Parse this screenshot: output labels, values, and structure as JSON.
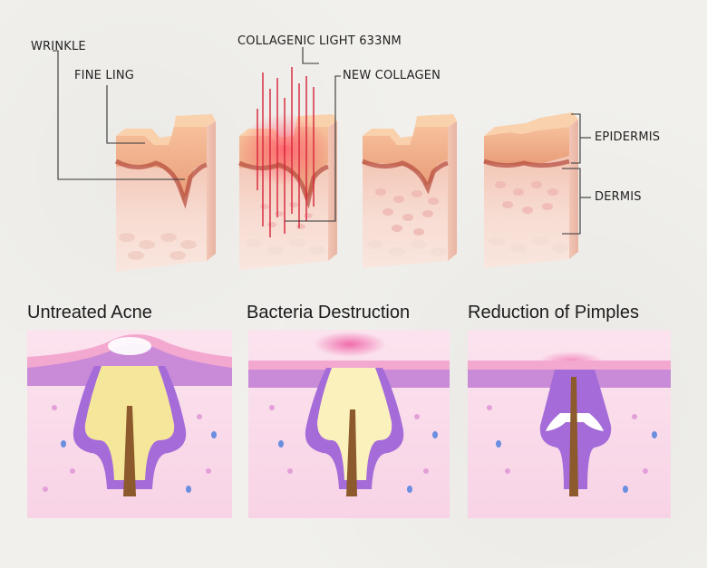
{
  "top_labels": {
    "wrinkle": "WRINKLE",
    "fine_line": "FINE LING",
    "light": "COLLAGENIC LIGHT 633NM",
    "new_collagen": "NEW COLLAGEN",
    "epidermis": "EPIDERMIS",
    "dermis": "DERMIS"
  },
  "acne_panels": [
    {
      "title": "Untreated Acne"
    },
    {
      "title": "Bacteria Destruction"
    },
    {
      "title": "Reduction of Pimples"
    }
  ],
  "colors": {
    "skin_top": "#f2b48c",
    "skin_mid": "#f7cbb2",
    "dermis": "#f6d8d0",
    "light_red": "#d8283c",
    "acne_purple": "#a56bd9",
    "acne_pink": "#f7c6e4",
    "sebum": "#f5e79a"
  }
}
